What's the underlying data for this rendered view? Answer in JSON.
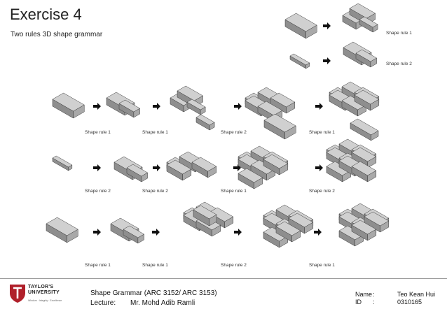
{
  "header": {
    "title": "Exercise 4",
    "subtitle": "Two rules 3D shape grammar"
  },
  "rules_legend": {
    "rule1": "Shape rule 1",
    "rule2": "Shape rule 2"
  },
  "rows": [
    {
      "steps": [
        "Shape rule 1",
        "Shape rule 1",
        "Shape rule 2",
        "Shape rule 1"
      ]
    },
    {
      "steps": [
        "Shape rule 2",
        "Shape rule 2",
        "Shape rule 1",
        "Shape rule 2"
      ]
    },
    {
      "steps": [
        "Shape rule 1",
        "Shape rule 1",
        "Shape rule 2",
        "Shape rule 1"
      ]
    }
  ],
  "footer": {
    "course": "Shape Grammar (ARC 3152/ ARC 3153)",
    "lecturer_label": "Lecture:",
    "lecturer_name": "Mr. Mohd Adib Ramli",
    "name_label": "Name",
    "name_value": "Teo Kean Hui",
    "id_label": "ID",
    "id_value": "0310165",
    "sep": ":"
  },
  "logo": {
    "name_line1": "TAYLOR'S",
    "name_line2": "UNIVERSITY",
    "tagline": "Wisdom · Integrity · Excellence",
    "color": "#b0202a"
  },
  "colors": {
    "block_top": "#d0d0d0",
    "block_left": "#8e8e8e",
    "block_right": "#a9a9a9",
    "edge": "#3a3a3a"
  }
}
